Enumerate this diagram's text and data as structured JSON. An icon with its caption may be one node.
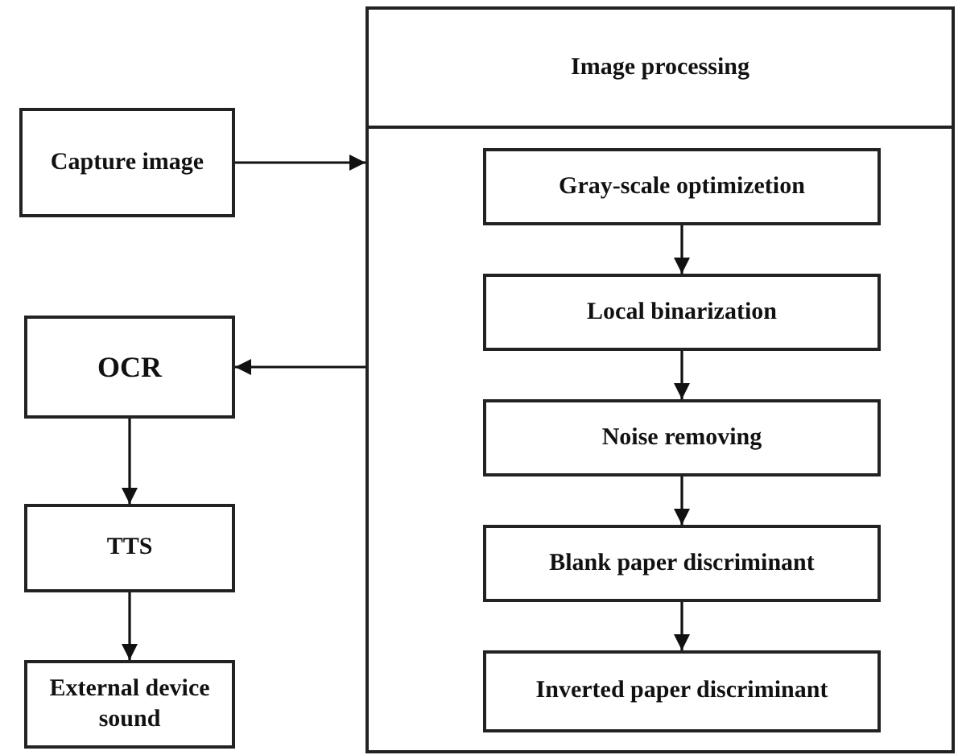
{
  "diagram": {
    "nodes": [
      {
        "text": [
          "Image processing"
        ]
      },
      {
        "text": [
          "Gray-scale optimizetion"
        ],
        "in": 0
      },
      {
        "text": [
          "Local binarization"
        ],
        "in": 0
      },
      {
        "text": [
          "Noise removing"
        ],
        "in": 0
      },
      {
        "text": [
          "Blank paper discriminant"
        ],
        "in": 0
      },
      {
        "text": [
          "Inverted paper discriminant"
        ],
        "in": 0
      },
      {
        "text": [
          "Capture image"
        ]
      },
      {
        "text": [
          "OCR"
        ]
      },
      {
        "text": [
          "TTS"
        ]
      },
      {
        "text": [
          "External device sound"
        ]
      }
    ],
    "edges": [
      {
        "from": 6,
        "to": 0,
        "arrow": "to"
      },
      {
        "from": 0,
        "to": 7,
        "arrow": "to"
      },
      {
        "from": 1,
        "to": 2,
        "arrow": "to"
      },
      {
        "from": 2,
        "to": 3,
        "arrow": "to"
      },
      {
        "from": 3,
        "to": 4,
        "arrow": "to"
      },
      {
        "from": 4,
        "to": 5,
        "arrow": "to"
      },
      {
        "from": 7,
        "to": 8,
        "arrow": "to"
      },
      {
        "from": 8,
        "to": 9,
        "arrow": "to"
      }
    ]
  }
}
